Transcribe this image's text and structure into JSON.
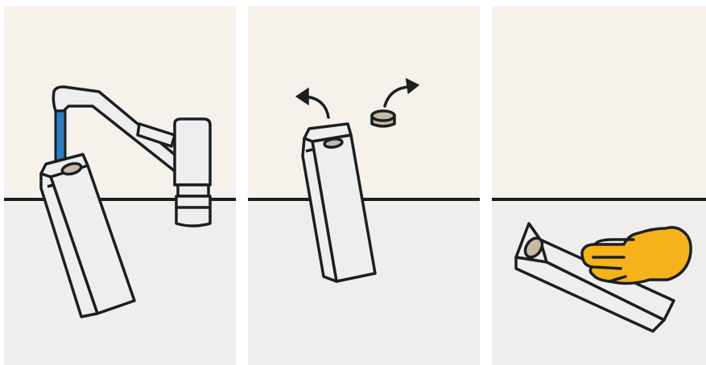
{
  "colors": {
    "wall": "#f7f1eb",
    "floor": "#efeeec",
    "outline": "#1a1f21",
    "carton": "#eeeeee",
    "cap": "#c8b8a8",
    "water": "#2d7fc1",
    "hand": "#f5b21a",
    "panel_gap": "#ffffff"
  },
  "panels": [
    {
      "id": "step-1",
      "caption": "",
      "icons": [
        "faucet-icon",
        "water-stream-icon",
        "milk-carton-icon"
      ]
    },
    {
      "id": "step-2",
      "caption": "",
      "icons": [
        "milk-carton-icon",
        "removed-cap-icon",
        "arrow-left-icon",
        "arrow-right-icon"
      ]
    },
    {
      "id": "step-3",
      "caption": "",
      "icons": [
        "milk-carton-icon",
        "hand-icon"
      ]
    }
  ]
}
